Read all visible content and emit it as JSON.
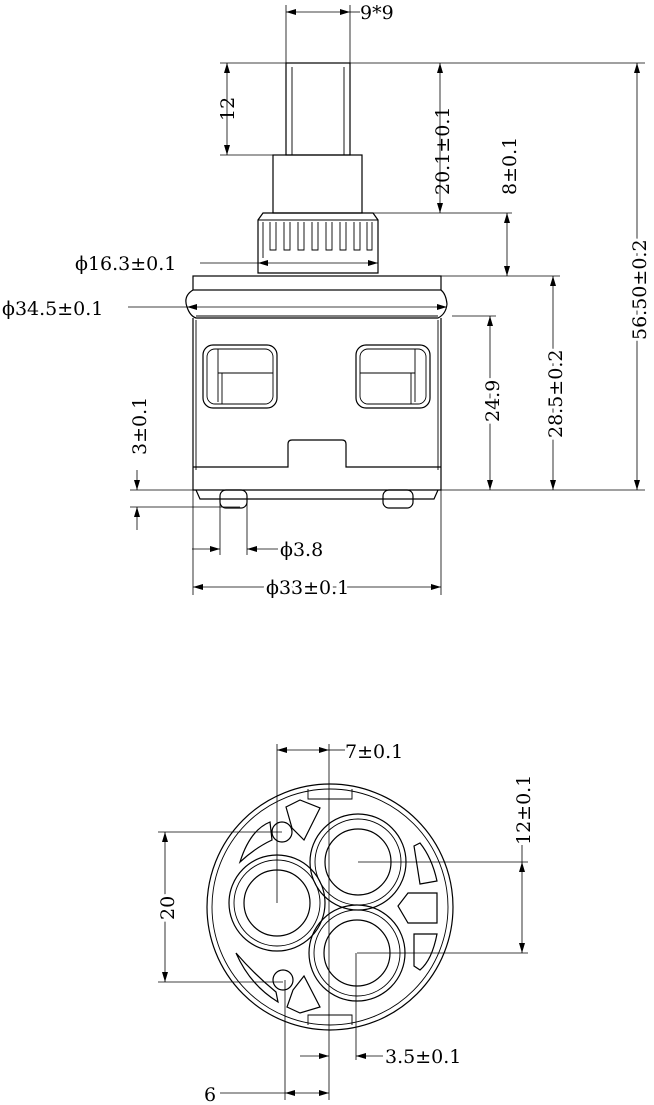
{
  "side_view": {
    "square_size": "9*9",
    "stem_length": "12",
    "stem_to_ring": "20.1±0.1",
    "ring_height": "8±0.1",
    "total_height": "56.50±0.2",
    "body_height": "28.5±0.2",
    "oring_to_bottom": "24.9",
    "ring_diameter": "ϕ16.3±0.1",
    "oring_diameter": "ϕ34.5±0.1",
    "pin_height": "3±0.1",
    "pin_diameter": "ϕ3.8",
    "body_diameter": "ϕ33±0.1"
  },
  "bottom_view": {
    "port_offset_x": "7±0.1",
    "port_spacing": "12±0.1",
    "pin_spacing": "20",
    "port_offset_center": "3.5±0.1",
    "pin_offset": "6"
  },
  "colors": {
    "line": "#000000",
    "background": "#ffffff"
  }
}
